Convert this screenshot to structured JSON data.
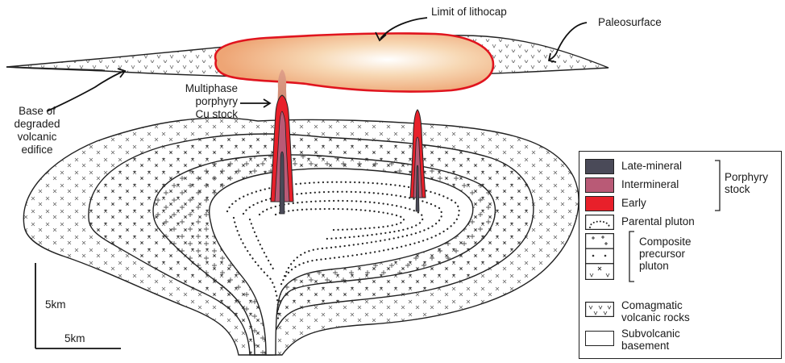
{
  "labels": {
    "lithocap": "Limit of lithocap",
    "paleosurface": "Paleosurface",
    "base_edifice": [
      "Base of",
      "degraded",
      "volcanic",
      "edifice"
    ],
    "porphyry_stock": [
      "Multiphase",
      "porphyry",
      "Cu stock"
    ]
  },
  "scale_bar": {
    "vertical_label": "5km",
    "horizontal_label": "5km"
  },
  "legend": {
    "porphyry_group_label": [
      "Porphyry",
      "stock"
    ],
    "items": [
      {
        "label": "Late-mineral",
        "color": "#4a4a58"
      },
      {
        "label": "Intermineral",
        "color": "#b95a76"
      },
      {
        "label": "Early",
        "color": "#e8202a"
      },
      {
        "label": "Parental pluton"
      }
    ],
    "composite_label": [
      "Composite",
      "precursor",
      "pluton"
    ],
    "comagmatic_label": [
      "Comagmatic",
      "volcanic rocks"
    ],
    "subvolcanic_label": [
      "Subvolcanic",
      "basement"
    ]
  },
  "colors": {
    "lithocap_outline": "#e0141e",
    "lithocap_fill": "#f4c08e",
    "early": "#e8202a",
    "intermineral": "#b95a76",
    "late": "#4a4a58",
    "line": "#222222"
  }
}
